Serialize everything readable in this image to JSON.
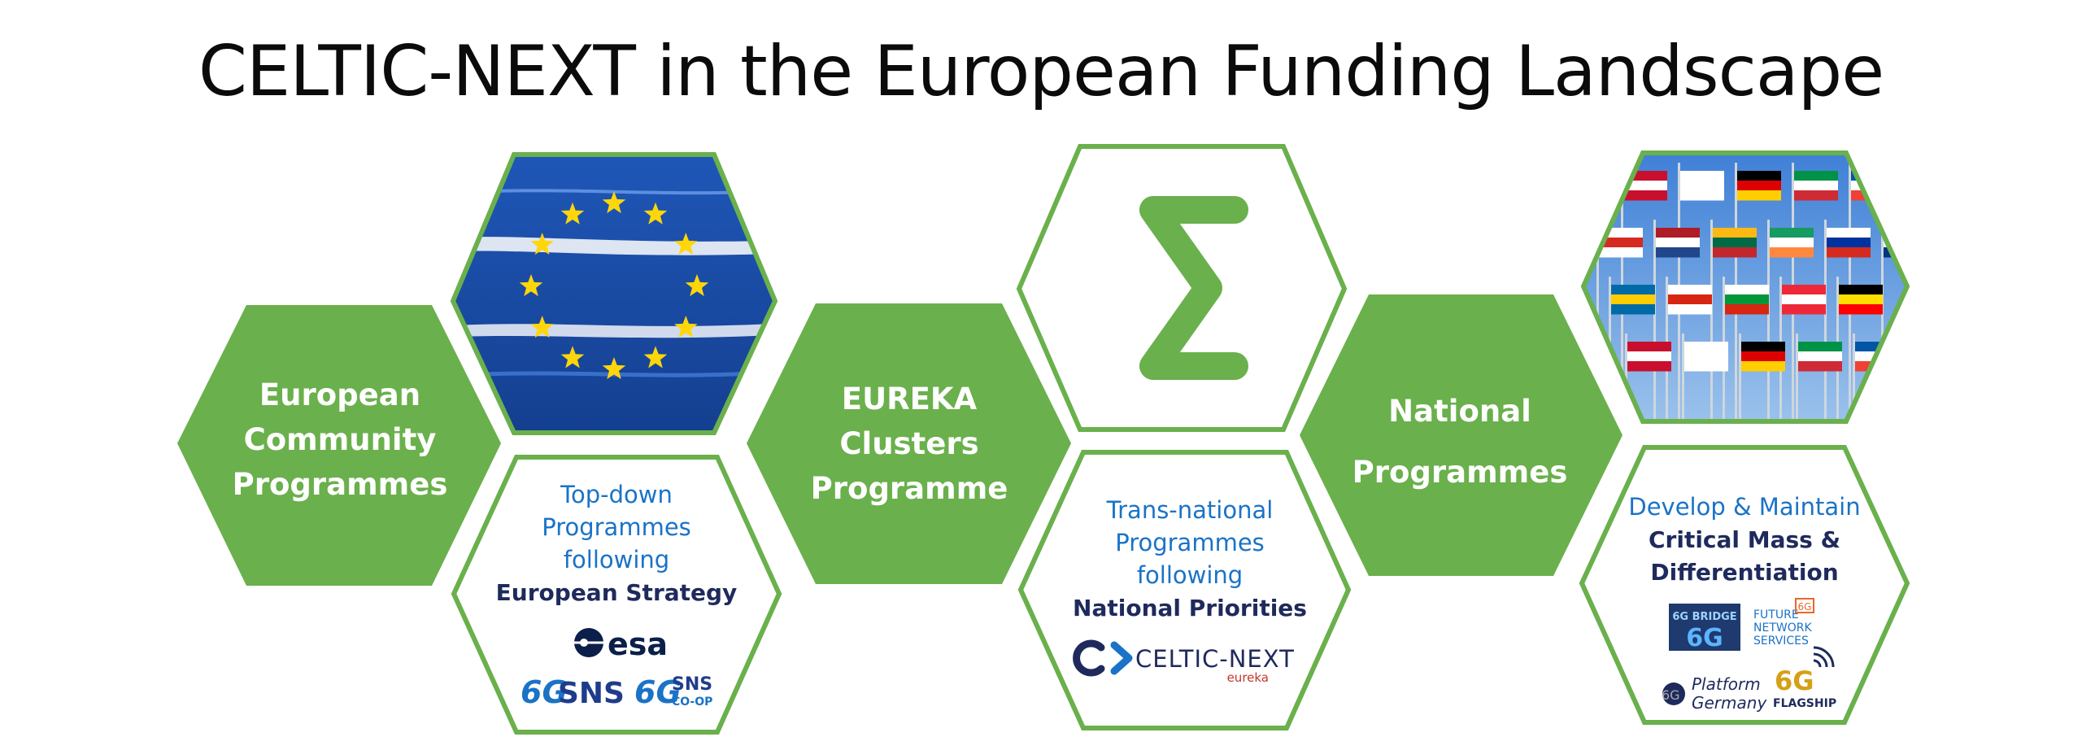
{
  "title": "CELTIC-NEXT in the European Funding Landscape",
  "colors": {
    "green": "#6ab04c",
    "blue": "#1a73c6",
    "navy": "#1f2a5c",
    "white": "#ffffff"
  },
  "hexes": {
    "european": [
      "European",
      "Community",
      "Programmes"
    ],
    "eureka": [
      "EUREKA",
      "Clusters",
      "Programme"
    ],
    "national": [
      "National",
      "Programmes"
    ],
    "eu_flag_image": "eu-flag",
    "sigma_icon": "sigma-icon",
    "flags_image": "national-flags",
    "topdown": {
      "lines_blue": [
        "Top-down",
        "Programmes",
        "following"
      ],
      "line_bold": "European Strategy",
      "logos": {
        "esa": "esa",
        "sns1": "SNS",
        "sns2_a": "SNS",
        "sns2_b": "CO-OP"
      }
    },
    "transnational": {
      "lines_blue": [
        "Trans-national",
        "Programmes",
        "following"
      ],
      "line_bold": "National Priorities",
      "logo_text": "CELTIC-NEXT",
      "logo_sub": "eureka"
    },
    "develop": {
      "line_blue": "Develop & Maintain",
      "lines_bold": [
        "Critical Mass &",
        "Differentiation"
      ],
      "logos": {
        "bridge_a": "6G BRIDGE",
        "bridge_b": "6G",
        "future": [
          "FUTURE",
          "NETWORK",
          "SERVICES"
        ],
        "future_badge": "6G",
        "platform_a": "Platform",
        "platform_b": "Germany",
        "flagship_a": "6G",
        "flagship_b": "FLAGSHIP"
      }
    }
  }
}
